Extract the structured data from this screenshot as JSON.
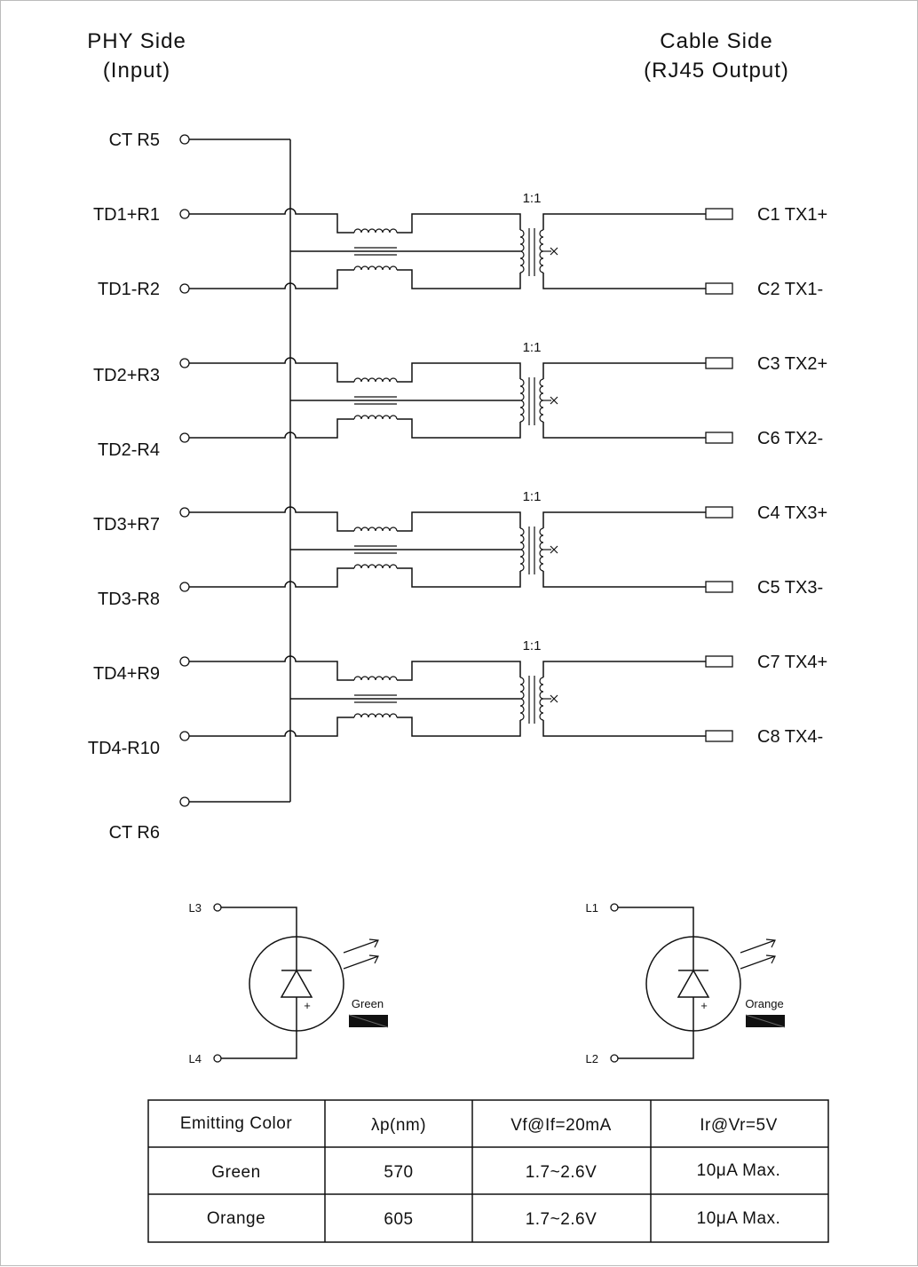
{
  "header": {
    "phy_line1": "PHY Side",
    "phy_line2": "(Input)",
    "cable_line1": "Cable Side",
    "cable_line2": "(RJ45 Output)"
  },
  "phy_pins": {
    "ct_top": "CT R5",
    "ct_bottom": "CT R6"
  },
  "channels": [
    {
      "ratio": "1:1",
      "phy_plus": "TD1+R1",
      "phy_minus": "TD1-R2",
      "cable_plus": "C1  TX1+",
      "cable_minus": "C2  TX1-"
    },
    {
      "ratio": "1:1",
      "phy_plus": "TD2+R3",
      "phy_minus": "TD2-R4",
      "cable_plus": "C3  TX2+",
      "cable_minus": "C6  TX2-"
    },
    {
      "ratio": "1:1",
      "phy_plus": "TD3+R7",
      "phy_minus": "TD3-R8",
      "cable_plus": "C4  TX3+",
      "cable_minus": "C5  TX3-"
    },
    {
      "ratio": "1:1",
      "phy_plus": "TD4+R9",
      "phy_minus": "TD4-R10",
      "cable_plus": "C7  TX4+",
      "cable_minus": "C8  TX4-"
    }
  ],
  "leds": [
    {
      "top_pin": "L3",
      "bottom_pin": "L4",
      "color_label": "Green",
      "plus": "+"
    },
    {
      "top_pin": "L1",
      "bottom_pin": "L2",
      "color_label": "Orange",
      "plus": "+"
    }
  ],
  "table": {
    "headers": [
      "Emitting Color",
      "λp(nm)",
      "Vf@If=20mA",
      "Ir@Vr=5V"
    ],
    "rows": [
      [
        "Green",
        "570",
        "1.7~2.6V",
        "10μA  Max."
      ],
      [
        "Orange",
        "605",
        "1.7~2.6V",
        "10μA  Max."
      ]
    ]
  }
}
